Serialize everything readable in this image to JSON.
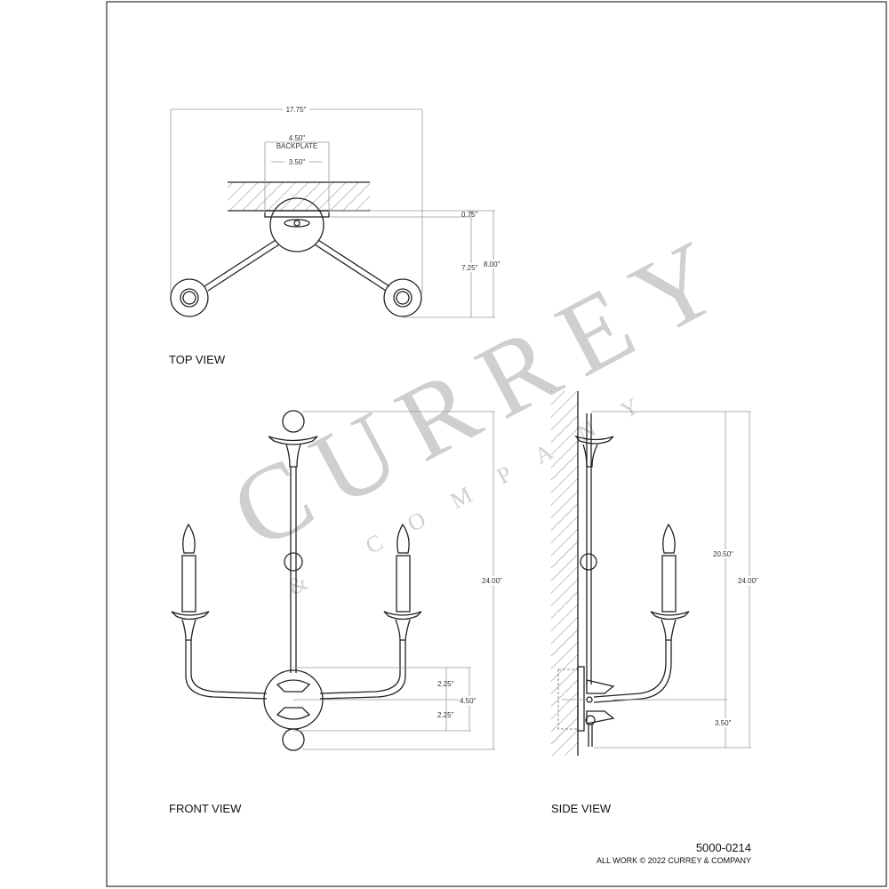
{
  "views": {
    "top": "TOP VIEW",
    "front": "FRONT VIEW",
    "side": "SIDE VIEW"
  },
  "dimensions": {
    "top": {
      "overall_width": "17.75\"",
      "backplate_width": "4.50\"",
      "backplate_label": "BACKPLATE",
      "mount_spacing": "3.50\"",
      "backplate_depth": "0.75\"",
      "arm_depth": "7.25\"",
      "overall_depth": "8.00\""
    },
    "front": {
      "overall_height": "24.00\"",
      "upper_half": "2.25\"",
      "backplate_height": "4.50\"",
      "lower_half": "2.25\""
    },
    "side": {
      "candle_height": "20.50\"",
      "overall_height": "24.00\"",
      "bottom_offset": "3.50\""
    }
  },
  "footer": {
    "part_number": "5000-0214",
    "copyright": "ALL WORK © 2022 CURREY & COMPANY"
  },
  "watermark": {
    "brand": "CURREY",
    "sub": "& COMPANY"
  }
}
